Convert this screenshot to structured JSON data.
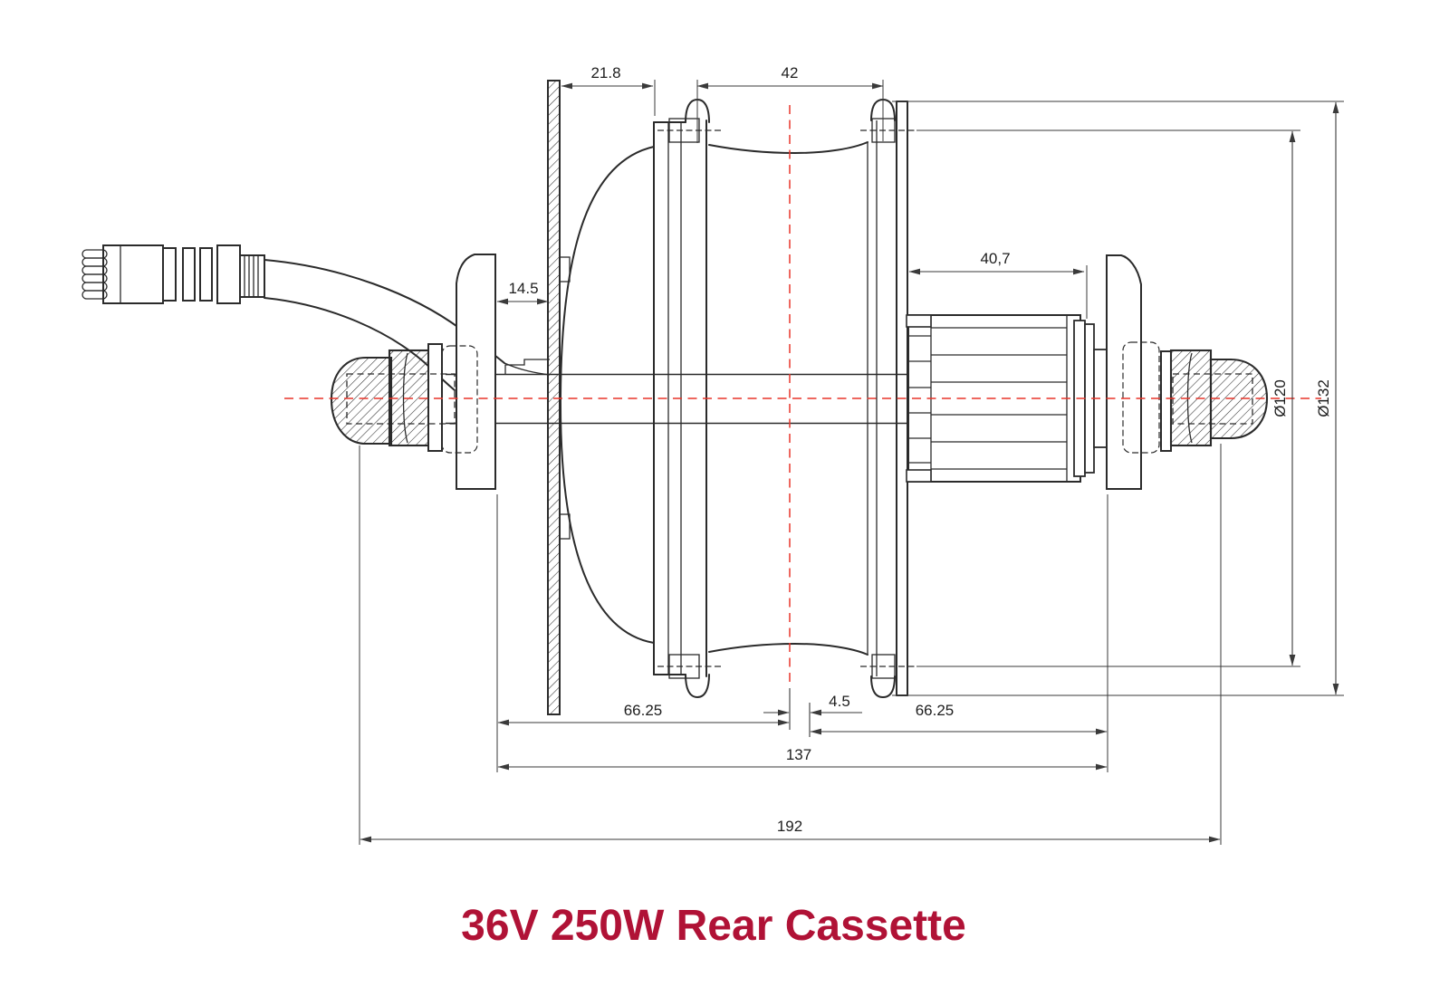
{
  "title": {
    "text": "36V 250W Rear Cassette",
    "color": "#b01236"
  },
  "drawing": {
    "type": "engineering-dimension-drawing",
    "units": "mm",
    "dimensions": {
      "disc_to_flange": "21.8",
      "flange_spacing": "42",
      "dropout_to_disc": "14.5",
      "freehub_width": "40,7",
      "center_offset": "4.5",
      "left_center_width": "66.25",
      "right_center_width": "66.25",
      "over_locknut_width": "137",
      "axle_length": "192",
      "spoke_hole_circle": "Ø120",
      "flange_outer_diameter": "Ø132"
    },
    "colors": {
      "centerline_red": "#e8352a",
      "line_black": "#2b2b2b",
      "title_red": "#b01236"
    }
  }
}
